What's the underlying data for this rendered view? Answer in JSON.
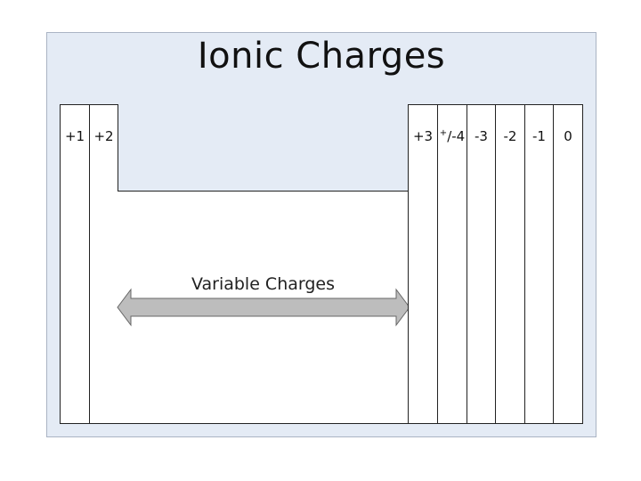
{
  "title": "Ionic Charges",
  "columns_left": [
    "+1",
    "+2"
  ],
  "columns_right": [
    "+3",
    "+/-4",
    "-3",
    "-2",
    "-1",
    "0"
  ],
  "pm4": {
    "sup": "+",
    "rest": "/-4"
  },
  "transition_label": "Variable Charges",
  "colors": {
    "background_panel": "#e4ebf5",
    "arrow_fill": "#bdbdbd",
    "border": "#222222"
  }
}
